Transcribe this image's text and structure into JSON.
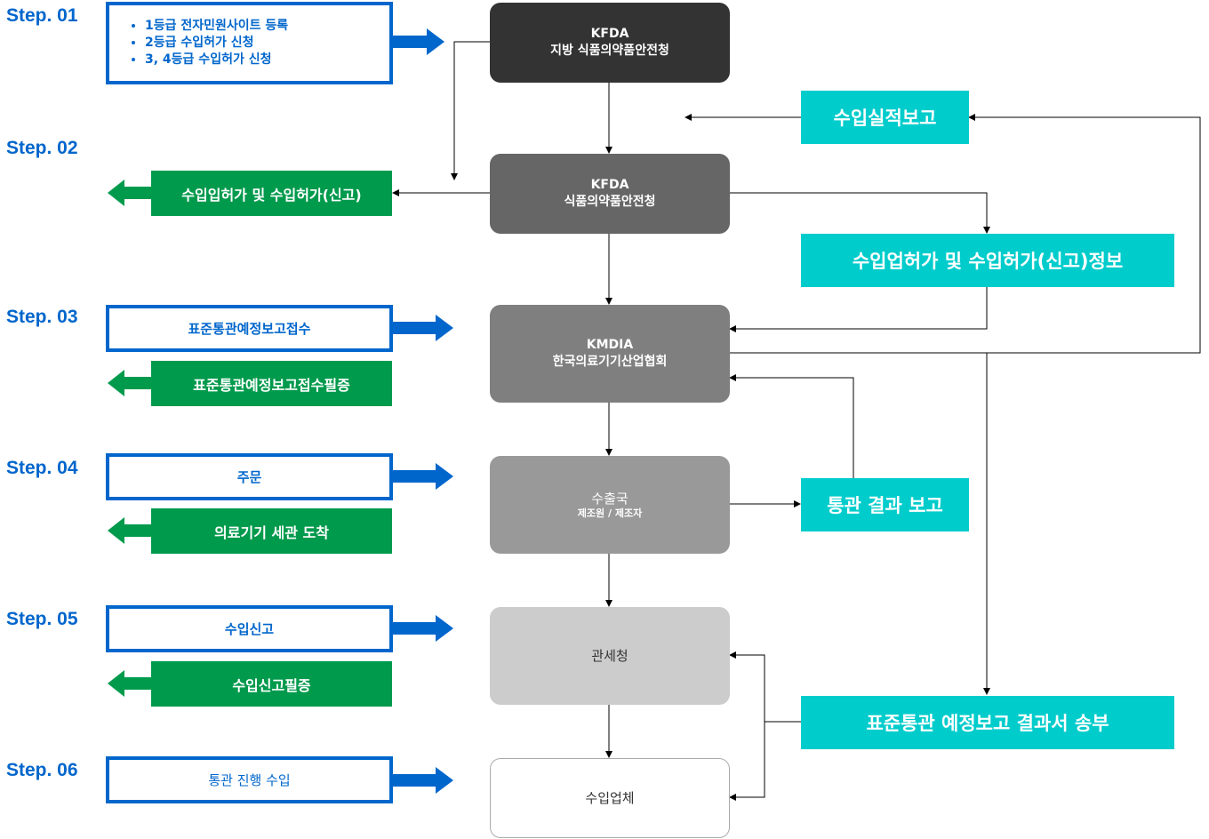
{
  "steps": [
    "Step. 01",
    "Step. 02",
    "Step. 03",
    "Step. 04",
    "Step. 05",
    "Step. 06"
  ],
  "step1_items": [
    "1등급 전자민원사이트 등록",
    "2등급 수입허가 신청",
    "3, 4등급 수입허가 신청"
  ],
  "blue_boxes": {
    "s3": "표준통관예정보고접수",
    "s4": "주문",
    "s5": "수입신고",
    "s6": "통관 진행 수입"
  },
  "green_boxes": {
    "s2": "수입입허가 및 수입허가(신고)",
    "s3": "표준통관예정보고접수필증",
    "s4": "의료기기 세관 도착",
    "s5": "수입신고필증"
  },
  "nodes": [
    {
      "title": "KFDA",
      "sub": "지방 식품의약품안전청"
    },
    {
      "title": "KFDA",
      "sub": "식품의약품안전청"
    },
    {
      "title": "KMDIA",
      "sub": "한국의료기기산업협회"
    },
    {
      "title": "수출국",
      "sub": "제조원 / 제조자"
    },
    {
      "title": "관세청"
    },
    {
      "title": "수입업체"
    }
  ],
  "cyan_boxes": [
    "수입실적보고",
    "수입업허가 및 수입허가(신고)정보",
    "통관 결과 보고",
    "표준통관 예정보고 결과서 송부"
  ],
  "colors": {
    "blue": "#0066cc",
    "green": "#009a4c",
    "cyan": "#00cccc"
  }
}
